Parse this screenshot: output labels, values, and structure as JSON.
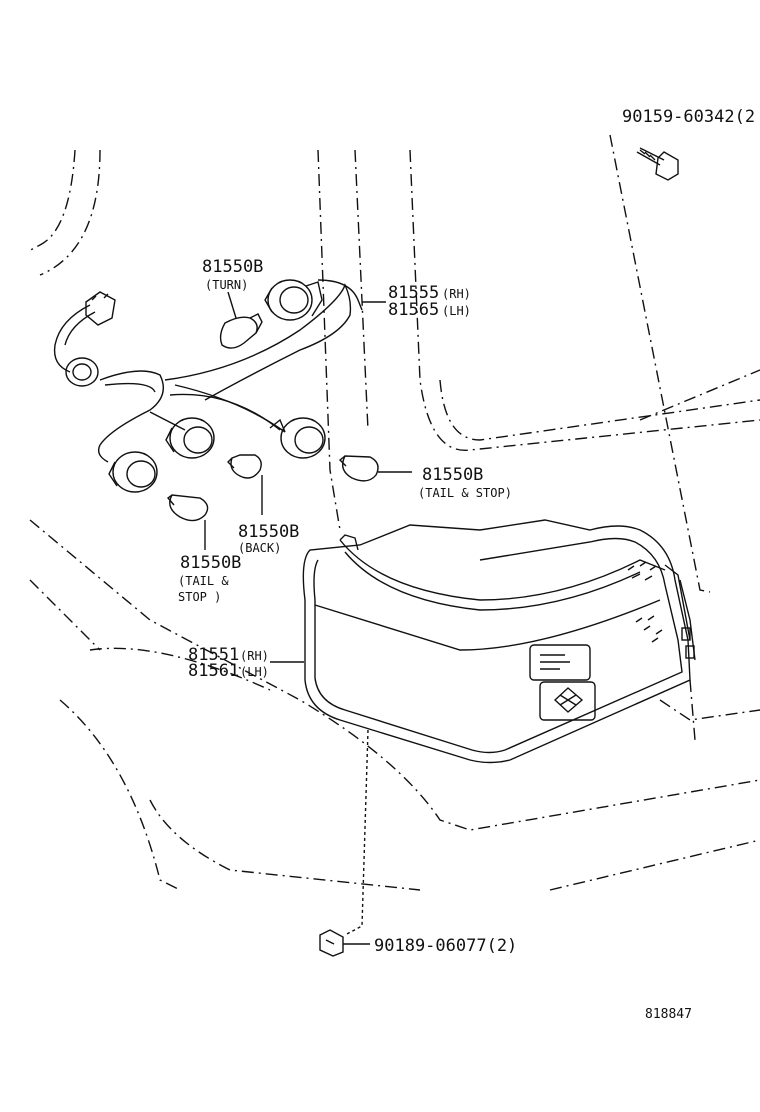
{
  "callouts": {
    "bolt": "90159-60342(2",
    "bulb_turn_num": "81550B",
    "bulb_turn_note": "(TURN)",
    "socket_rh_num": "81555",
    "socket_rh_side": "(RH)",
    "socket_lh_num": "81565",
    "socket_lh_side": "(LH)",
    "bulb_tailstop_right_num": "81550B",
    "bulb_tailstop_right_note": "(TAIL & STOP)",
    "bulb_back_num": "81550B",
    "bulb_back_note": "(BACK)",
    "bulb_tailstop_left_num": "81550B",
    "bulb_tailstop_left_note1": "(TAIL &",
    "bulb_tailstop_left_note2": "STOP  )",
    "lamp_rh_num": "81551",
    "lamp_rh_side": "(RH)",
    "lamp_lh_num": "81561",
    "lamp_lh_side": "(LH)",
    "nut": "90189-06077(2)"
  },
  "figure_number": "818847"
}
